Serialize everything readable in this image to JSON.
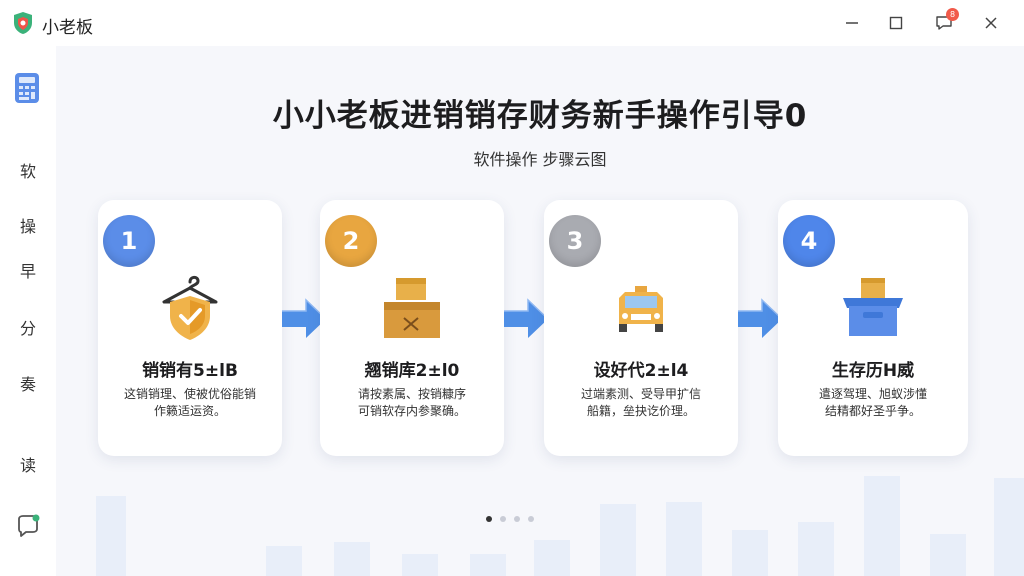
{
  "app": {
    "title": "小老板",
    "notification_count": "8"
  },
  "sidebar": {
    "items": [
      {
        "label": "软"
      },
      {
        "label": "操"
      },
      {
        "label": "早"
      },
      {
        "label": "分"
      },
      {
        "label": "奏"
      },
      {
        "label": "读"
      }
    ]
  },
  "main": {
    "title": "小小老板进销销存财务新手操作引导0",
    "subtitle": "软件操作 步骤云图",
    "steps": [
      {
        "number": "1",
        "title": "销销有5±lB",
        "desc_line1": "这销销理、使被优俗能销",
        "desc_line2": "作籁适运资。"
      },
      {
        "number": "2",
        "title": "翘销库2±l0",
        "desc_line1": "请按素属、按销糠序",
        "desc_line2": "可销软存内参聚确。"
      },
      {
        "number": "3",
        "title": "设好代2±l4",
        "desc_line1": "过端素测、受导甲扩信",
        "desc_line2": "船籍，垒抉讫价理。"
      },
      {
        "number": "4",
        "title": "生存历H威",
        "desc_line1": "遣逐驾理、旭蚁涉懂",
        "desc_line2": "结精都好圣乎争。"
      }
    ]
  },
  "colors": {
    "step1": "#5b8de8",
    "step2": "#e8a640",
    "step3": "#a9abb1",
    "step4": "#4f86ea",
    "arrow": "#4f8fe6",
    "accent_sidebar": "#5b8de8"
  }
}
